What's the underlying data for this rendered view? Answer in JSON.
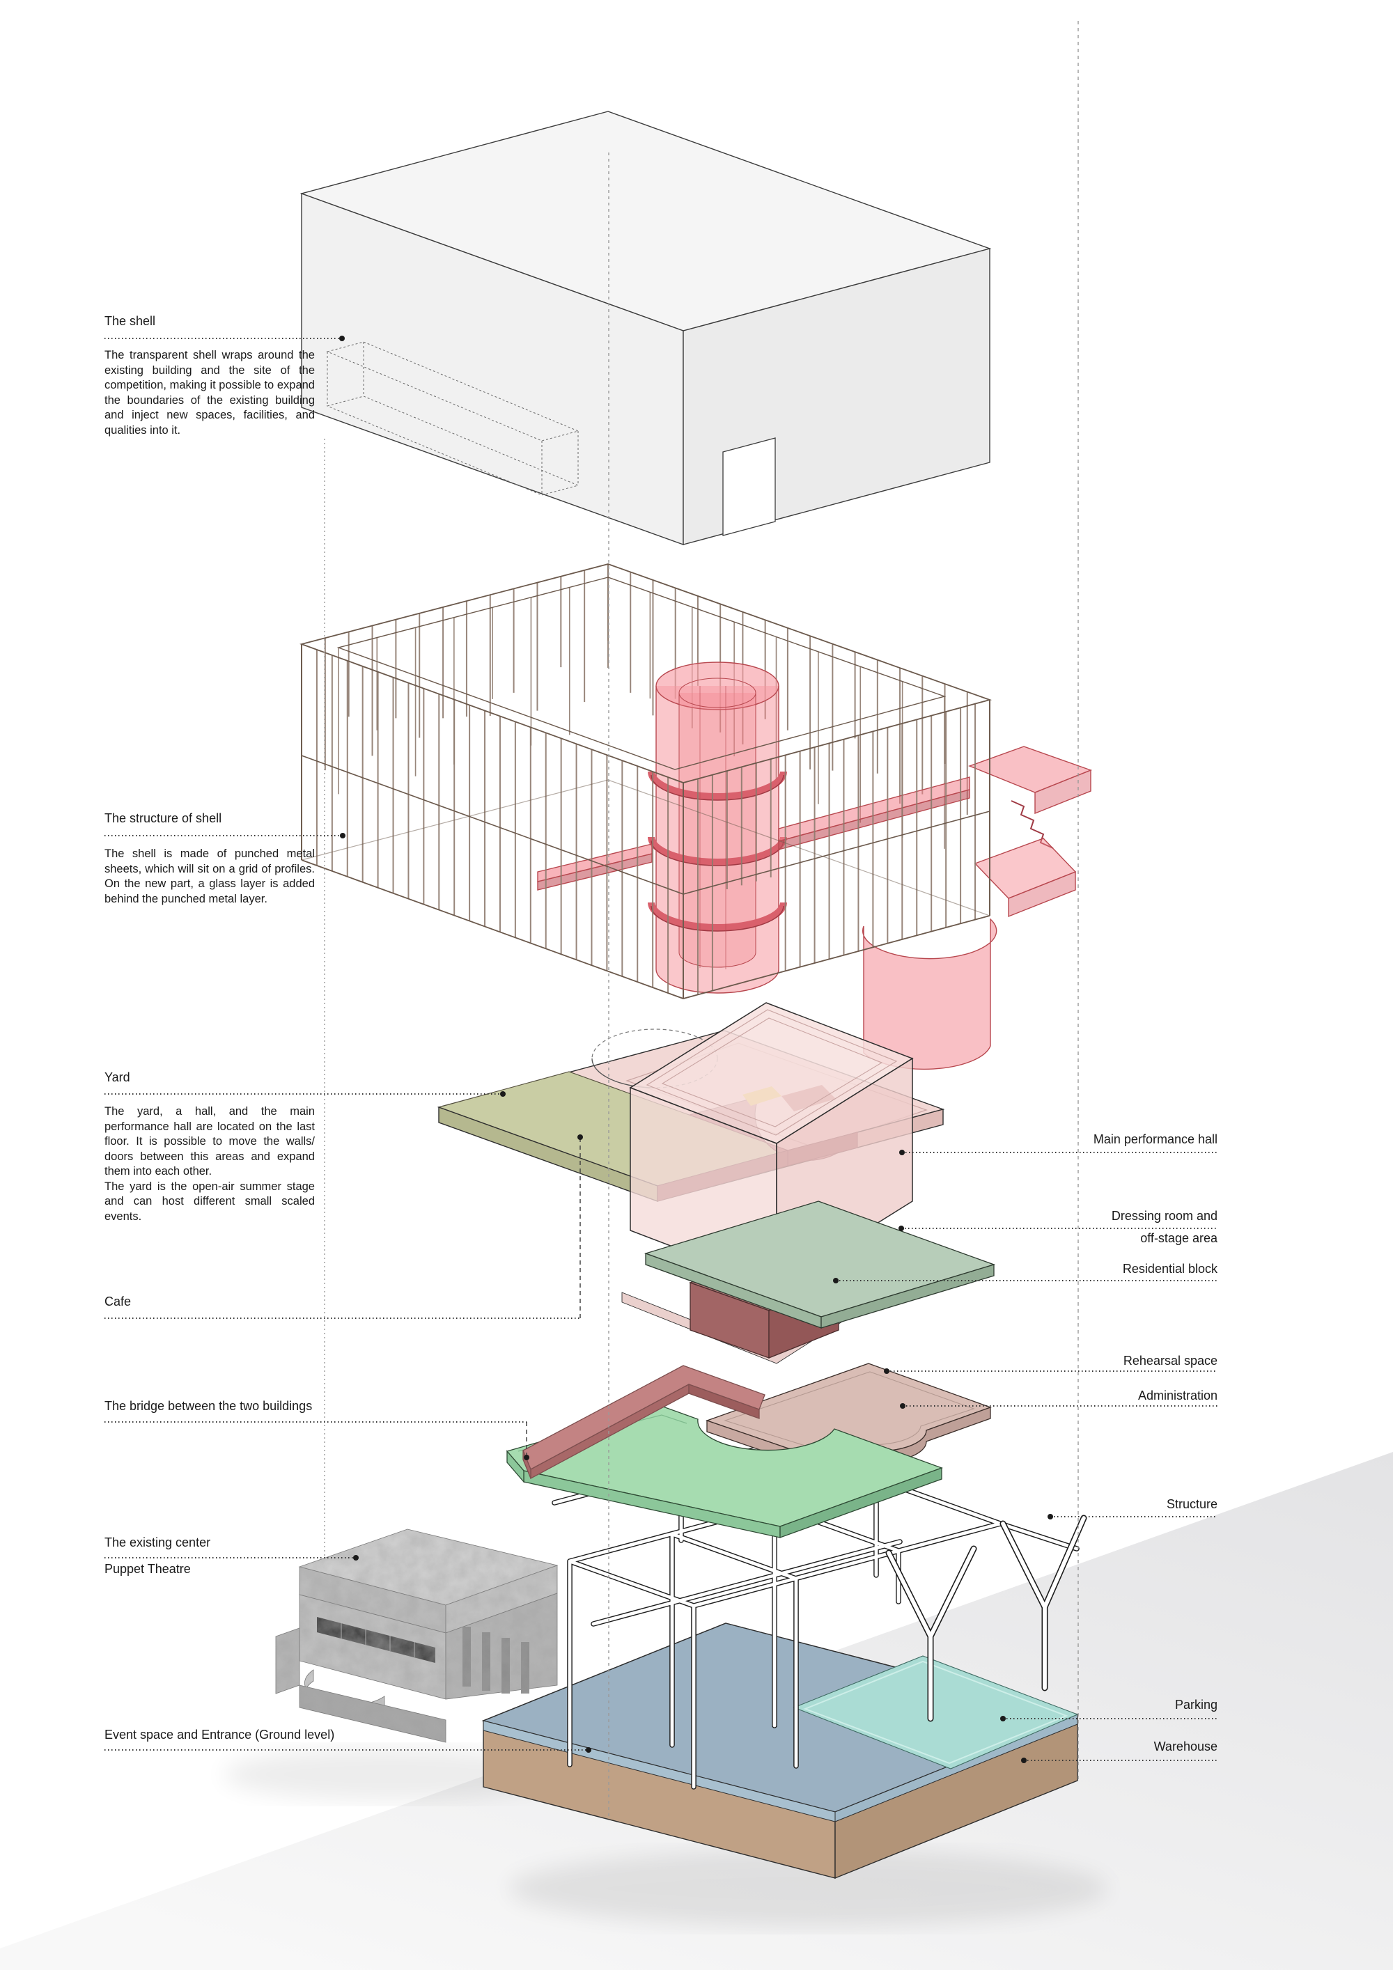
{
  "left_annotations": [
    {
      "title": "The shell",
      "body": "The transparent shell wraps around the existing building and the site of the competition, making it possible to expand the boundaries of the existing building and inject new spaces, facilities, and qualities into it."
    },
    {
      "title": "The structure of shell",
      "body": "The shell is made of punched metal sheets, which will sit on a grid of profiles. On the new part, a glass layer is added behind the punched metal layer."
    },
    {
      "title": "Yard",
      "body": "The yard, a hall, and the main performance hall are located on the last floor. It is possible to move the walls/ doors between this areas and expand them into each other.",
      "body2": "The yard is the open-air summer stage and can host different small scaled events."
    },
    {
      "title": "Cafe"
    },
    {
      "title": "The bridge between the two buildings"
    },
    {
      "title": "The existing center",
      "subtitle": "Puppet Theatre"
    },
    {
      "title": "Event space and Entrance (Ground level)"
    }
  ],
  "right_labels": [
    {
      "label": "Main performance hall"
    },
    {
      "label": "Dressing room and",
      "label2": "off-stage area"
    },
    {
      "label": "Residential block"
    },
    {
      "label": "Rehearsal space"
    },
    {
      "label": "Administration"
    },
    {
      "label": "Structure"
    },
    {
      "label": "Parking"
    },
    {
      "label": "Warehouse"
    }
  ],
  "colors": {
    "shell_gray": "#f3f3f3",
    "cage_brown": "#8d7a6d",
    "accent_pink": "#f3828c",
    "pink_edge": "#b8484f",
    "yard_olive": "#c9cda4",
    "cafe_maroon": "#b4737a",
    "plate_pink": "#f2d8d5",
    "hall_pink": "#f5dbd9",
    "dressing_green": "#b7cdb9",
    "residential_brick": "#b47a7a",
    "rehearsal_beige": "#d9bdb5",
    "admin_mint": "#a6dcb0",
    "deck_blue": "#8fa9bd",
    "parking_teal": "#aadcd4",
    "warehouse_tan": "#c0a185",
    "leader_dark": "#333333"
  }
}
